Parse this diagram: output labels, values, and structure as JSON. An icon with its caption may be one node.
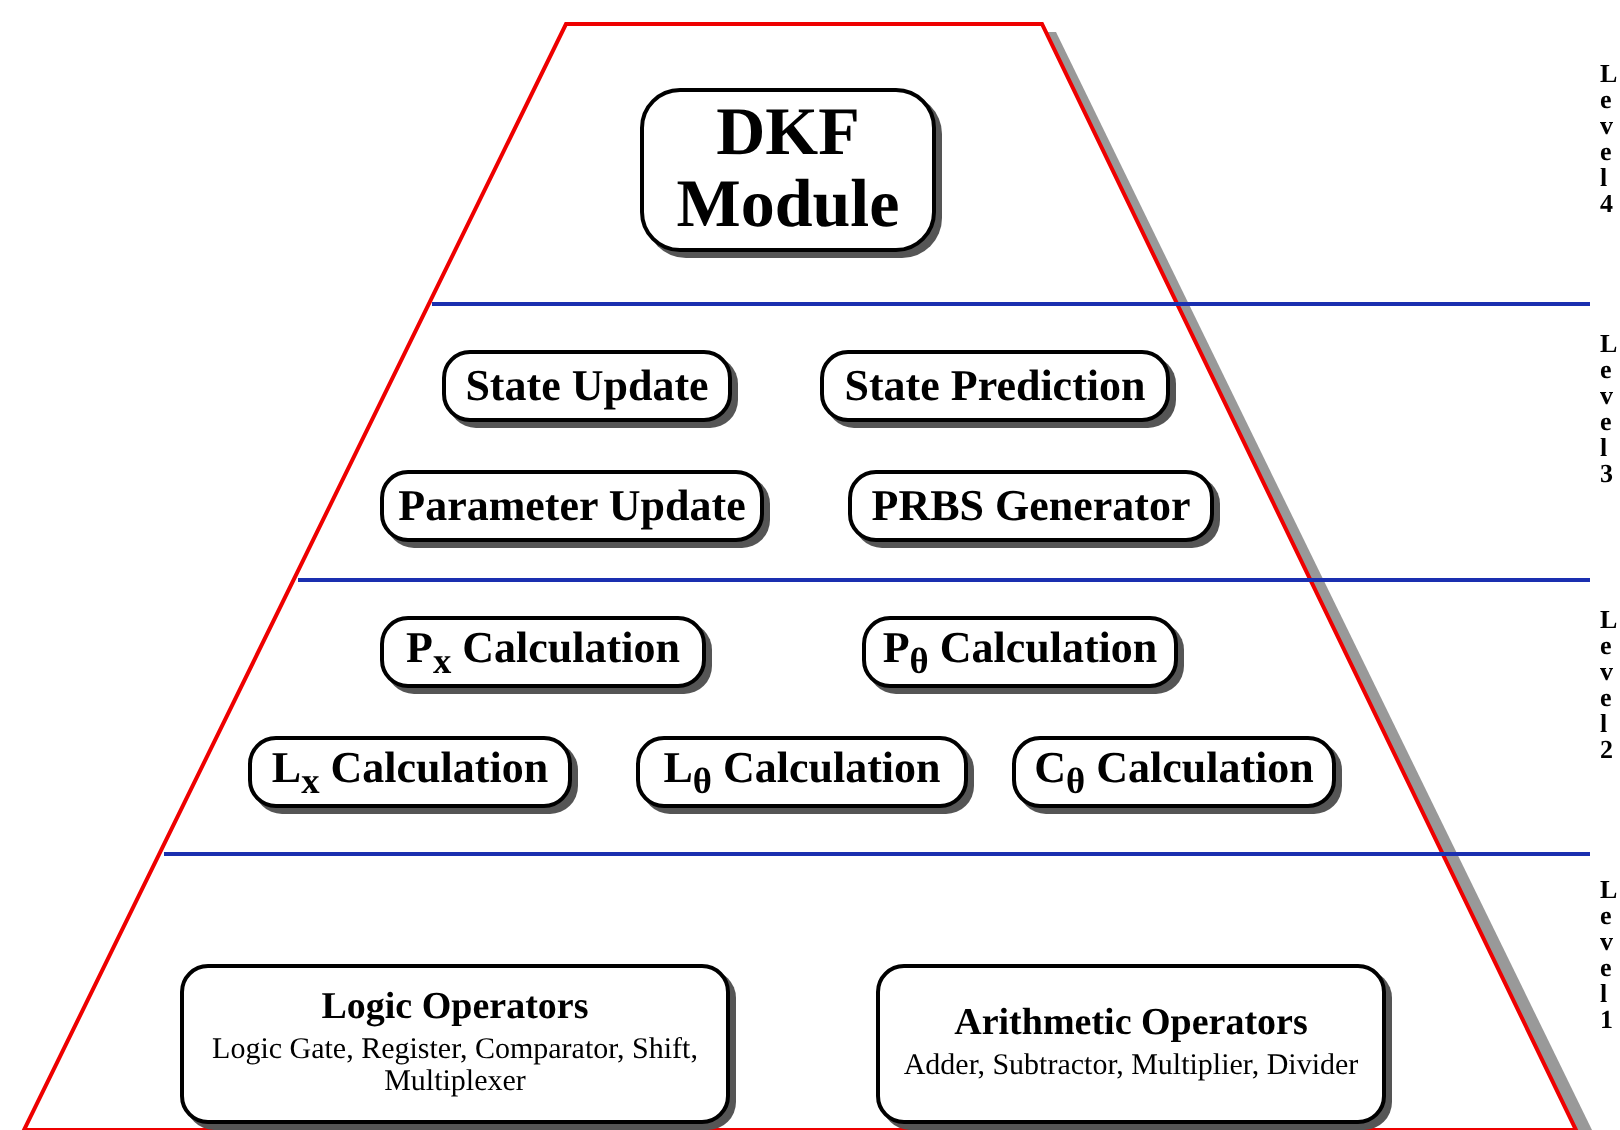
{
  "diagram": {
    "nodes": [
      {
        "text": [
          "DKF Module"
        ]
      },
      {
        "text": [
          "State Update"
        ]
      },
      {
        "text": [
          "State Prediction"
        ]
      },
      {
        "text": [
          "Parameter Update"
        ]
      },
      {
        "text": [
          "PRBS Generator"
        ]
      },
      {
        "text": [
          "P$_{x}$ Calculation"
        ]
      },
      {
        "text": [
          "P$_{θ}$ Calculation"
        ]
      },
      {
        "text": [
          "L$_{x}$ Calculation"
        ]
      },
      {
        "text": [
          "L$_{θ}$ Calculation"
        ]
      },
      {
        "text": [
          "C$_{θ}$ Calculation"
        ]
      },
      {
        "text": [
          "Logic Operators",
          "Logic Gate, Register, Comparator, Shift, Multiplexer"
        ]
      },
      {
        "text": [
          "Arithmetic Operators",
          "Adder, Subtractor, Multiplier, Divider"
        ]
      }
    ],
    "labels": [
      "Level 4",
      "Level 3",
      "Level 2",
      "Level 1"
    ]
  }
}
